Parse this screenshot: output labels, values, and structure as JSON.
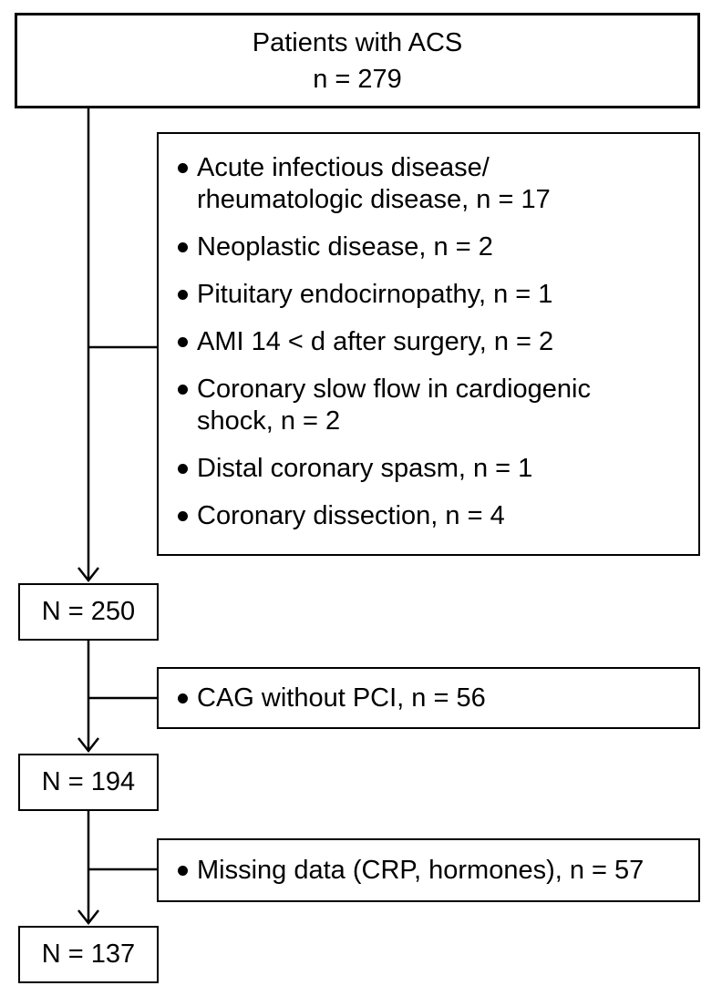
{
  "colors": {
    "line": "#000000",
    "text": "#000000",
    "box_background": "#ffffff"
  },
  "nodes": {
    "patients_acs": {
      "text": "Patients with ACS\nn = 279"
    },
    "exclusion_primary": {
      "items": [
        "Acute infectious disease/\nrheumatologic disease, n = 17",
        "Neoplastic disease, n = 2",
        "Pituitary endocirnopathy, n = 1",
        "AMI 14 < d after surgery, n = 2",
        "Coronary slow flow in cardiogenic\nshock, n = 2",
        "Distal coronary spasm, n = 1",
        "Coronary dissection, n = 4"
      ]
    },
    "n_250": {
      "label": "N = 250"
    },
    "exclusion_cag": {
      "item": "CAG without PCI, n = 56"
    },
    "n_194": {
      "label": "N = 194"
    },
    "exclusion_missing": {
      "item": "Missing data (CRP, hormones), n = 57"
    },
    "n_137": {
      "label": "N = 137"
    }
  }
}
